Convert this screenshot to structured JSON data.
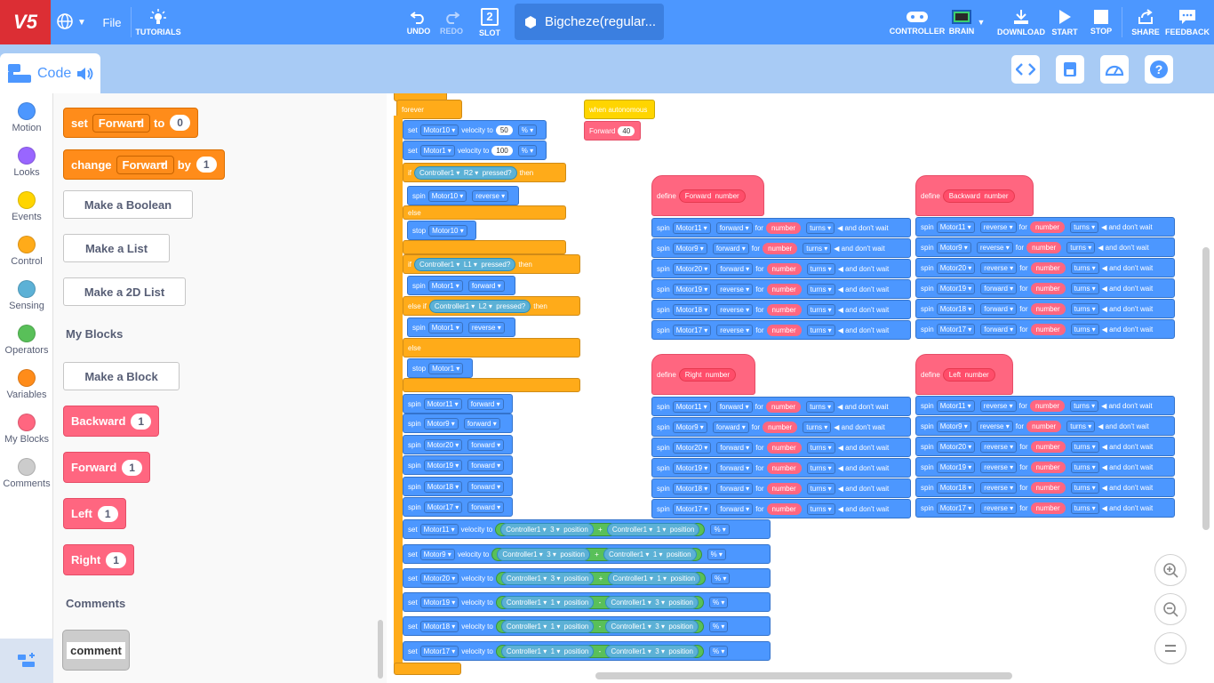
{
  "app": {
    "logo": "V5"
  },
  "topbar": {
    "file_label": "File",
    "tutorials_label": "TUTORIALS",
    "undo_label": "UNDO",
    "redo_label": "REDO",
    "slot_label": "SLOT",
    "slot_number": "2",
    "project_name": "Bigcheze(regular...",
    "controller_label": "CONTROLLER",
    "brain_label": "BRAIN",
    "download_label": "DOWNLOAD",
    "start_label": "START",
    "stop_label": "STOP",
    "share_label": "SHARE",
    "feedback_label": "FEEDBACK"
  },
  "code_tab": {
    "label": "Code"
  },
  "categories": [
    {
      "label": "Motion",
      "color": "#4c97ff"
    },
    {
      "label": "Looks",
      "color": "#9966ff"
    },
    {
      "label": "Events",
      "color": "#ffd500"
    },
    {
      "label": "Control",
      "color": "#ffab19"
    },
    {
      "label": "Sensing",
      "color": "#5cb1d6"
    },
    {
      "label": "Operators",
      "color": "#59c059"
    },
    {
      "label": "Variables",
      "color": "#ff8c1a"
    },
    {
      "label": "My Blocks",
      "color": "#ff6680"
    },
    {
      "label": "Comments",
      "color": "#cccccc"
    }
  ],
  "palette": {
    "set_block": {
      "word": "set",
      "var": "Forward",
      "to": "to",
      "value": "0"
    },
    "change_block": {
      "word": "change",
      "var": "Forward",
      "by": "by",
      "value": "1"
    },
    "make_boolean": "Make a Boolean",
    "make_list": "Make a List",
    "make_2d_list": "Make a 2D List",
    "my_blocks_heading": "My Blocks",
    "make_block": "Make a Block",
    "custom_blocks": [
      {
        "label": "Backward",
        "value": "1"
      },
      {
        "label": "Forward",
        "value": "1"
      },
      {
        "label": "Left",
        "value": "1"
      },
      {
        "label": "Right",
        "value": "1"
      }
    ],
    "comments_heading": "Comments",
    "comment_block": "comment"
  },
  "workspace": {
    "forever": "forever",
    "main_script": [
      "set Motor10 velocity to 50 %",
      "set Motor1 velocity to 100 %",
      "if Controller1 R2 pressed? then",
      "spin Motor10 reverse",
      "else",
      "stop Motor10",
      "if Controller1 L1 pressed? then",
      "spin Motor1 forward",
      "else if Controller1 L2 pressed? then",
      "spin Motor1 reverse",
      "else",
      "stop Motor1",
      "spin Motor11 forward",
      "spin Motor9 forward",
      "spin Motor20 forward",
      "spin Motor19 forward",
      "spin Motor18 forward",
      "spin Motor17 forward"
    ],
    "velocity_rows": [
      {
        "motor": "Motor11",
        "a": "3",
        "op": "+",
        "b": "1"
      },
      {
        "motor": "Motor9",
        "a": "3",
        "op": "+",
        "b": "1"
      },
      {
        "motor": "Motor20",
        "a": "3",
        "op": "+",
        "b": "1"
      },
      {
        "motor": "Motor19",
        "a": "1",
        "op": "-",
        "b": "3"
      },
      {
        "motor": "Motor18",
        "a": "1",
        "op": "-",
        "b": "3"
      },
      {
        "motor": "Motor17",
        "a": "1",
        "op": "-",
        "b": "3"
      }
    ],
    "autonomous_hat": "when autonomous",
    "autonomous_call": {
      "label": "Forward",
      "value": "40"
    },
    "defines": [
      {
        "name": "Forward",
        "param": "number",
        "dirs": [
          "forward",
          "forward",
          "forward",
          "reverse",
          "reverse",
          "reverse"
        ]
      },
      {
        "name": "Backward",
        "param": "number",
        "dirs": [
          "reverse",
          "reverse",
          "reverse",
          "forward",
          "forward",
          "forward"
        ]
      },
      {
        "name": "Right",
        "param": "number",
        "dirs": [
          "forward",
          "forward",
          "forward",
          "forward",
          "forward",
          "forward"
        ]
      },
      {
        "name": "Left",
        "param": "number",
        "dirs": [
          "reverse",
          "reverse",
          "reverse",
          "reverse",
          "reverse",
          "reverse"
        ]
      }
    ],
    "define_word": "define",
    "motors": [
      "Motor11",
      "Motor9",
      "Motor20",
      "Motor19",
      "Motor18",
      "Motor17"
    ],
    "turns_word": "turns",
    "dont_wait": "and don't wait"
  }
}
